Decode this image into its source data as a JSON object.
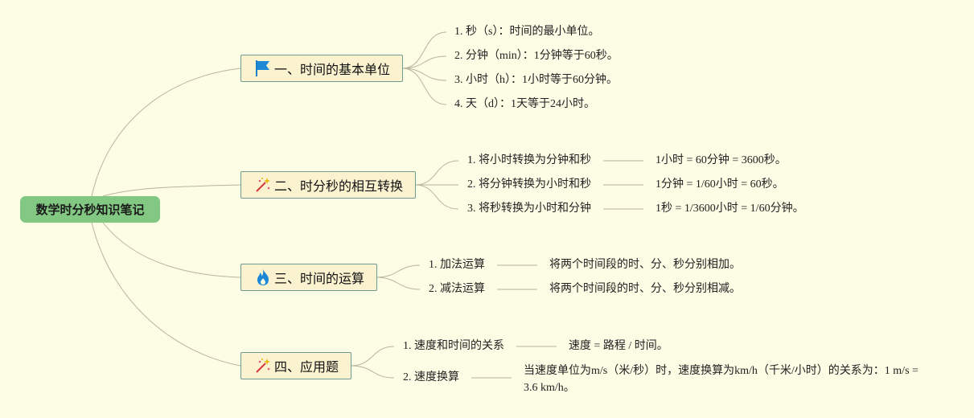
{
  "root": {
    "label": "数学时分秒知识笔记"
  },
  "branches": [
    {
      "label": "一、时间的基本单位",
      "icon": "flag-icon",
      "items": [
        {
          "text": "1. 秒（s）：时间的最小单位。"
        },
        {
          "text": "2. 分钟（min）：1分钟等于60秒。"
        },
        {
          "text": "3. 小时（h）：1小时等于60分钟。"
        },
        {
          "text": "4. 天（d）：1天等于24小时。"
        }
      ]
    },
    {
      "label": "二、时分秒的相互转换",
      "icon": "sparkle-wand-icon",
      "items": [
        {
          "text": "1. 将小时转换为分钟和秒",
          "detail": "1小时 = 60分钟 = 3600秒。"
        },
        {
          "text": "2. 将分钟转换为小时和秒",
          "detail": "1分钟 = 1/60小时 = 60秒。"
        },
        {
          "text": "3. 将秒转换为小时和分钟",
          "detail": "1秒 = 1/3600小时 = 1/60分钟。"
        }
      ]
    },
    {
      "label": "三、时间的运算",
      "icon": "fire-icon",
      "items": [
        {
          "text": "1. 加法运算",
          "detail": "将两个时间段的时、分、秒分别相加。"
        },
        {
          "text": "2. 减法运算",
          "detail": "将两个时间段的时、分、秒分别相减。"
        }
      ]
    },
    {
      "label": "四、应用题",
      "icon": "sparkle-wand-icon",
      "items": [
        {
          "text": "1. 速度和时间的关系",
          "detail": "速度 = 路程 / 时间。"
        },
        {
          "text": "2. 速度换算",
          "detail": "当速度单位为m/s（米/秒）时，速度换算为km/h（千米/小时）的关系为：1 m/s = 3.6 km/h。"
        }
      ]
    }
  ],
  "colors": {
    "background": "#fdfce5",
    "root_fill": "#82c882",
    "branch_fill": "#fbf2d0",
    "branch_border": "#6f9a8f",
    "connector": "#b5b09a"
  }
}
